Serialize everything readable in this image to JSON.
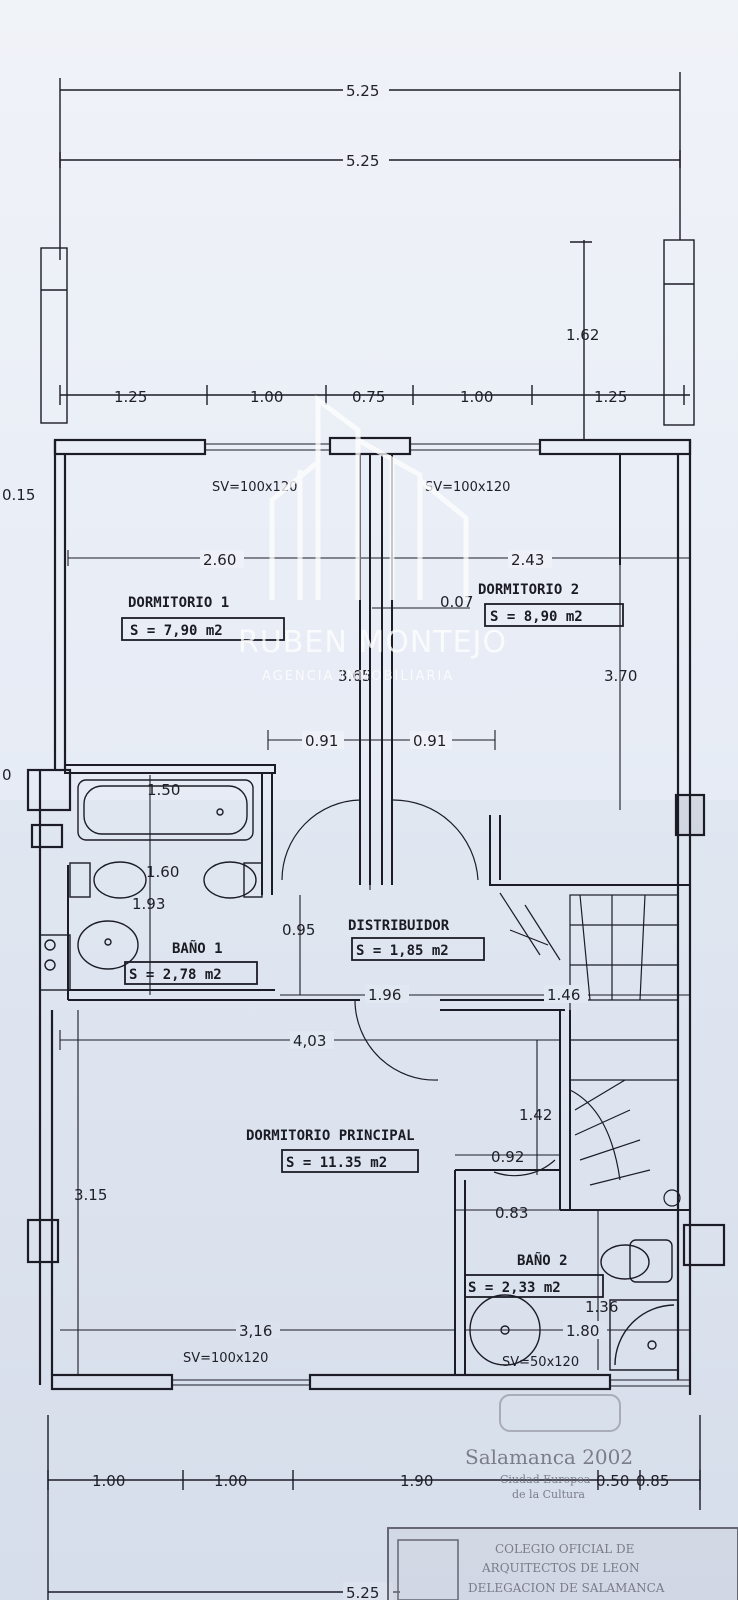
{
  "plan": {
    "overall_width": "5.25",
    "overall_width_2": "5.25",
    "overall_width_bottom": "5.25",
    "top_segments": [
      "1.25",
      "1.00",
      "0.75",
      "1.00",
      "1.25"
    ],
    "bottom_segments": [
      "1.00",
      "1.00",
      "1.90",
      "0.50",
      "0.85"
    ],
    "edge_labels": {
      "left_015": "0.15",
      "left_0": "0"
    },
    "interior_dims": {
      "d162": "1.62",
      "d260": "2.60",
      "d243": "2.43",
      "d007": "0.07",
      "d365": "3.65",
      "d370": "3.70",
      "d091a": "0.91",
      "d091b": "0.91",
      "d150": "1.50",
      "d160": "1.60",
      "d193": "1.93",
      "d095": "0.95",
      "d196": "1.96",
      "d146": "1.46",
      "d403": "4,03",
      "d142": "1.42",
      "d092": "0.92",
      "d083": "0.83",
      "d315": "3.15",
      "d136": "1.36",
      "d316": "3,16",
      "d180": "1.80"
    },
    "windows": {
      "sv1": "SV=100x120",
      "sv2": "SV=100x120",
      "sv3": "SV=100x120",
      "sv4": "SV=50x120"
    },
    "rooms": [
      {
        "name": "DORMITORIO 1",
        "area": "S = 7,90 m2"
      },
      {
        "name": "DORMITORIO 2",
        "area": "S = 8,90 m2"
      },
      {
        "name": "BAÑO 1",
        "area": "S = 2,78 m2"
      },
      {
        "name": "DISTRIBUIDOR",
        "area": "S = 1,85 m2"
      },
      {
        "name": "DORMITORIO PRINCIPAL",
        "area": "S = 11.35 m2"
      },
      {
        "name": "BAÑO 2",
        "area": "S = 2,33 m2"
      }
    ]
  },
  "watermark": {
    "title": "RUBEN MONTEJO",
    "subtitle": "AGENCIA INMOBILIARIA"
  },
  "stamp": {
    "city": "Salamanca 2002",
    "line2": "Ciudad Europea",
    "line3": "de la Cultura",
    "college1": "COLEGIO OFICIAL DE",
    "college2": "ARQUITECTOS DE LEON",
    "college3": "DELEGACION DE SALAMANCA"
  },
  "colors": {
    "ink": "#1c1c26",
    "paper": "#e9edf5"
  }
}
